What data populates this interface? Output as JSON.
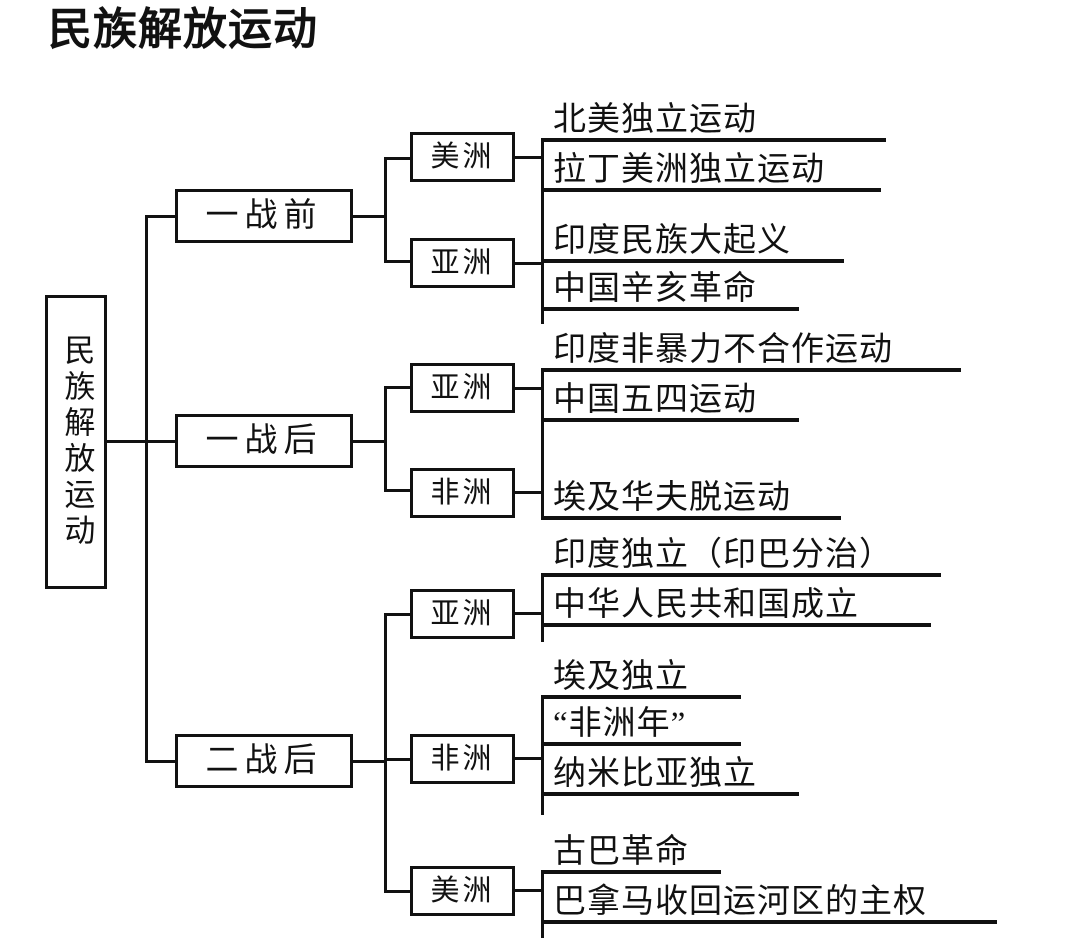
{
  "page": {
    "title": "民族解放运动",
    "background_color": "#ffffff",
    "line_color": "#111111",
    "text_color": "#111111"
  },
  "root": {
    "label": "民族解放运动"
  },
  "eras": [
    {
      "id": "pre-wwi",
      "label": "一战前"
    },
    {
      "id": "post-wwi",
      "label": "一战后"
    },
    {
      "id": "post-wwii",
      "label": "二战后"
    }
  ],
  "regions": [
    {
      "id": "pre-wwi-america",
      "era": "pre-wwi",
      "label": "美洲"
    },
    {
      "id": "pre-wwi-asia",
      "era": "pre-wwi",
      "label": "亚洲"
    },
    {
      "id": "post-wwi-asia",
      "era": "post-wwi",
      "label": "亚洲"
    },
    {
      "id": "post-wwi-africa",
      "era": "post-wwi",
      "label": "非洲"
    },
    {
      "id": "post-wwii-asia",
      "era": "post-wwii",
      "label": "亚洲"
    },
    {
      "id": "post-wwii-africa",
      "era": "post-wwii",
      "label": "非洲"
    },
    {
      "id": "post-wwii-america",
      "era": "post-wwii",
      "label": "美洲"
    }
  ],
  "leaves": [
    {
      "id": "l01",
      "region": "pre-wwi-america",
      "label": "北美独立运动"
    },
    {
      "id": "l02",
      "region": "pre-wwi-america",
      "label": "拉丁美洲独立运动"
    },
    {
      "id": "l03",
      "region": "pre-wwi-asia",
      "label": "印度民族大起义"
    },
    {
      "id": "l04",
      "region": "pre-wwi-asia",
      "label": "中国辛亥革命"
    },
    {
      "id": "l05",
      "region": "post-wwi-asia",
      "label": "印度非暴力不合作运动"
    },
    {
      "id": "l06",
      "region": "post-wwi-asia",
      "label": "中国五四运动"
    },
    {
      "id": "l07",
      "region": "post-wwi-africa",
      "label": "埃及华夫脱运动"
    },
    {
      "id": "l08",
      "region": "post-wwii-asia",
      "label": "印度独立（印巴分治）"
    },
    {
      "id": "l09",
      "region": "post-wwii-asia",
      "label": "中华人民共和国成立"
    },
    {
      "id": "l10",
      "region": "post-wwii-africa",
      "label": "埃及独立"
    },
    {
      "id": "l11",
      "region": "post-wwii-africa",
      "label": "“非洲年”"
    },
    {
      "id": "l12",
      "region": "post-wwii-africa",
      "label": "纳米比亚独立"
    },
    {
      "id": "l13",
      "region": "post-wwii-america",
      "label": "古巴革命"
    },
    {
      "id": "l14",
      "region": "post-wwii-america",
      "label": "巴拿马收回运河区的主权"
    }
  ]
}
